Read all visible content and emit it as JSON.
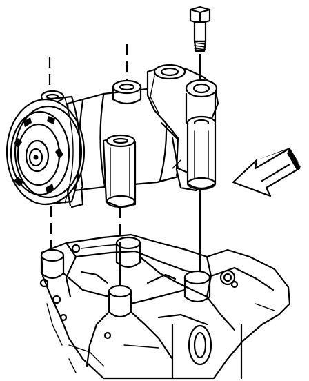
{
  "figure": {
    "colors": {
      "ink": "#000000",
      "paper": "#ffffff"
    },
    "parts": {
      "bolt": "mounting-bolt",
      "compressor": "ac-compressor",
      "bracket": "engine-mounting-bracket",
      "arrow": "front-of-vehicle-arrow"
    },
    "mounting_points": 4
  }
}
